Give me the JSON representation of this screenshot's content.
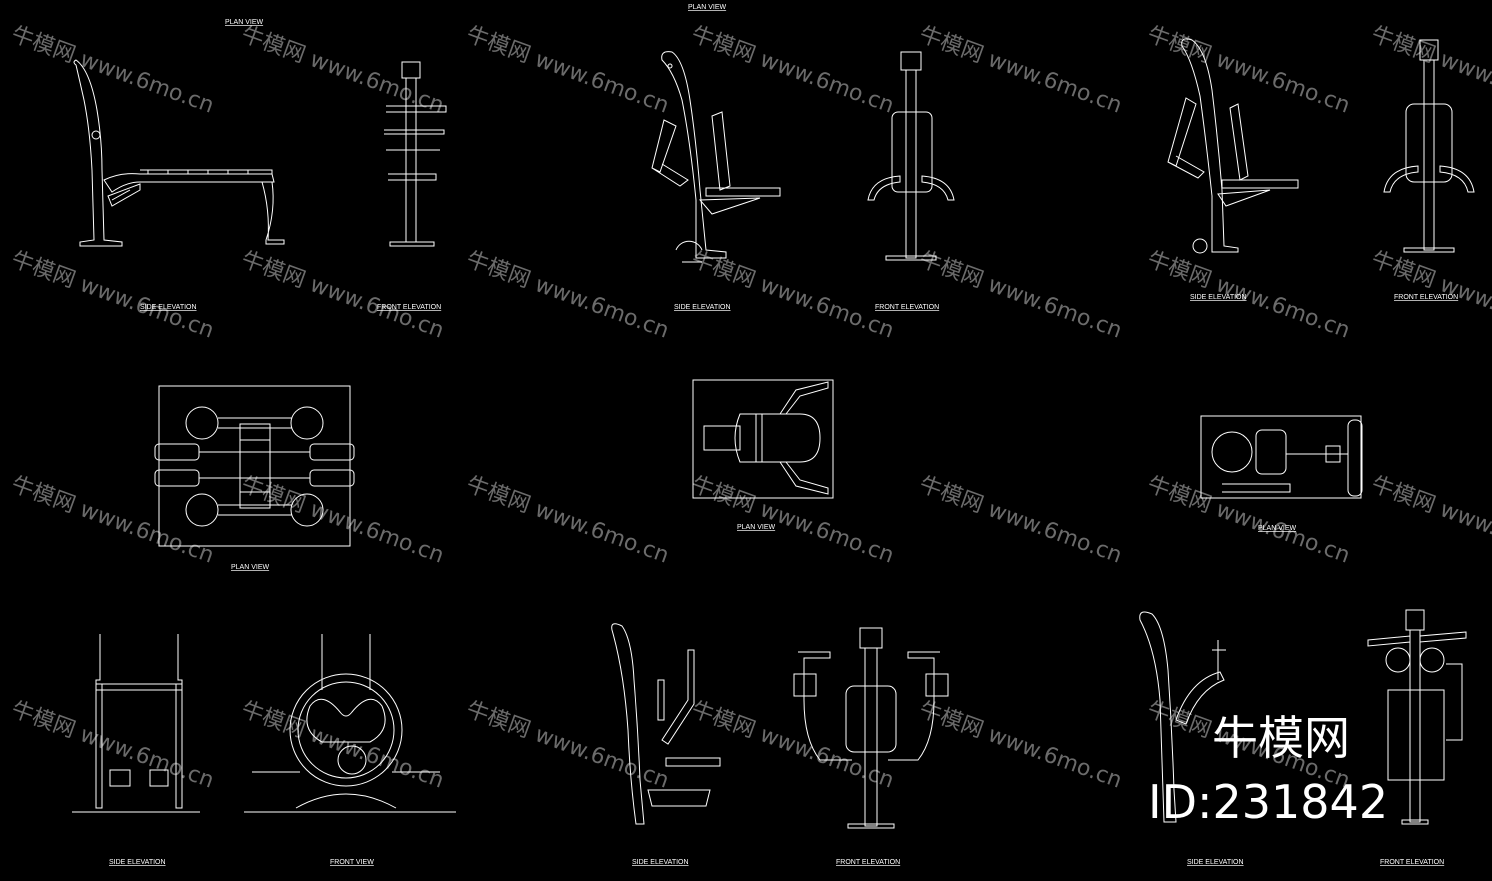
{
  "labels": {
    "plan_view_1": "PLAN VIEW",
    "plan_view_top": "PLAN VIEW",
    "side_elev_1": "SIDE ELEVATION",
    "front_elev_1": "FRONT ELEVATION",
    "side_elev_2": "SIDE ELEVATION",
    "front_elev_2": "FRONT ELEVATION",
    "side_elev_3": "SIDE ELEVATION",
    "front_elev_3": "FRONT ELEVATION",
    "plan_view_2": "PLAN VIEW",
    "plan_view_3": "PLAN VIEW",
    "plan_view_4": "PLAN VIEW",
    "side_elev_4": "SIDE ELEVATION",
    "front_view_4": "FRONT VIEW",
    "side_elev_5": "SIDE ELEVATION",
    "front_elev_5": "FRONT ELEVATION",
    "side_elev_6": "SIDE ELEVATION",
    "front_elev_6": "FRONT ELEVATION"
  },
  "watermark": {
    "text": "牛模网 www.6mo.cn"
  },
  "brand": {
    "name": "牛模网",
    "id_text": "ID:231842"
  },
  "colors": {
    "background": "#000000",
    "lines": "#ffffff",
    "watermark": "#6b6b6b"
  }
}
